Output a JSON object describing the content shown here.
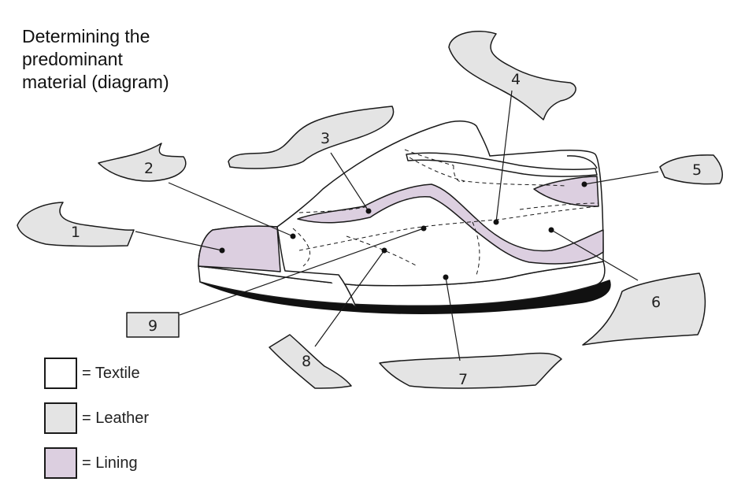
{
  "title_lines": [
    "Determining the",
    "predominant",
    "material (diagram)"
  ],
  "colors": {
    "textile": "#ffffff",
    "leather": "#e4e4e4",
    "lining": "#dccfe0",
    "outline": "#1a1a1a",
    "sole": "#111111"
  },
  "parts": [
    {
      "number": "1",
      "material": "leather"
    },
    {
      "number": "2",
      "material": "leather"
    },
    {
      "number": "3",
      "material": "leather"
    },
    {
      "number": "4",
      "material": "leather"
    },
    {
      "number": "5",
      "material": "leather"
    },
    {
      "number": "6",
      "material": "leather"
    },
    {
      "number": "7",
      "material": "leather"
    },
    {
      "number": "8",
      "material": "leather"
    },
    {
      "number": "9",
      "material": "leather"
    }
  ],
  "legend": [
    {
      "material": "textile",
      "label": "= Textile"
    },
    {
      "material": "leather",
      "label": "= Leather"
    },
    {
      "material": "lining",
      "label": "= Lining"
    }
  ]
}
